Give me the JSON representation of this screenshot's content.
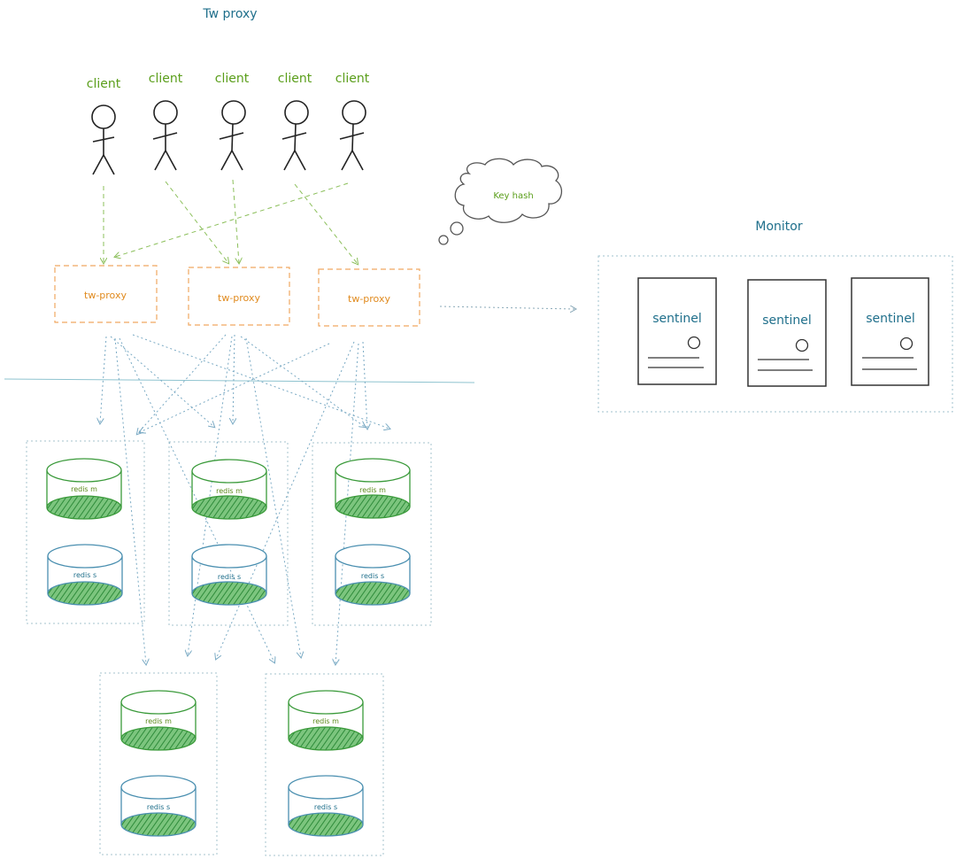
{
  "title": "Tw proxy",
  "clients": [
    {
      "label": "client"
    },
    {
      "label": "client"
    },
    {
      "label": "client"
    },
    {
      "label": "client"
    },
    {
      "label": "client"
    }
  ],
  "cloud": {
    "label": "Key hash"
  },
  "proxies": [
    {
      "label": "tw-proxy"
    },
    {
      "label": "tw-proxy"
    },
    {
      "label": "tw-proxy"
    }
  ],
  "monitor": {
    "title": "Monitor",
    "sentinels": [
      {
        "label": "sentinel"
      },
      {
        "label": "sentinel"
      },
      {
        "label": "sentinel"
      }
    ]
  },
  "redis_groups": [
    {
      "master": "redis m",
      "slave": "redis s"
    },
    {
      "master": "redis m",
      "slave": "redis s"
    },
    {
      "master": "redis m",
      "slave": "redis s"
    },
    {
      "master": "redis m",
      "slave": "redis s"
    },
    {
      "master": "redis m",
      "slave": "redis s"
    }
  ],
  "colors": {
    "client": "#5a9e1a",
    "proxy": "#e08a1e",
    "title": "#1f6f8b",
    "connector_green": "#8bbf5a",
    "connector_blue": "#7aaac4",
    "redis_master": "#3a9a3a",
    "redis_slave": "#4a8fb0",
    "redis_fill": "#4caf50"
  }
}
